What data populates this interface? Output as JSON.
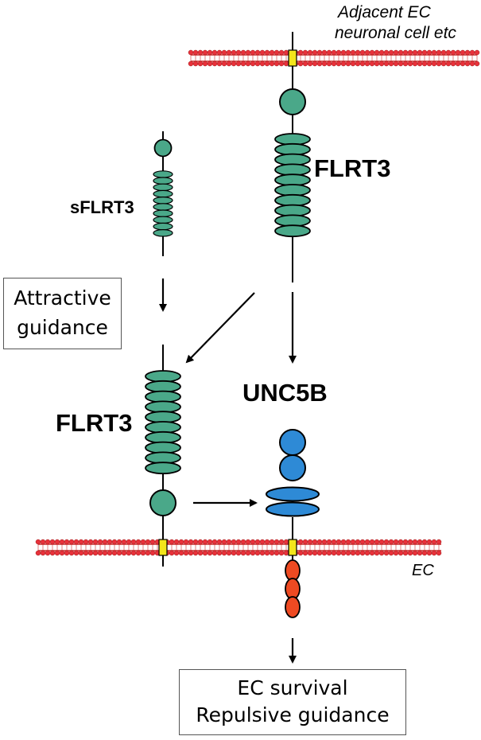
{
  "labels": {
    "adjacent_line1": "Adjacent EC",
    "adjacent_line2": "neuronal cell etc",
    "sflrt3": "sFLRT3",
    "flrt3_top": "FLRT3",
    "flrt3_bottom": "FLRT3",
    "unc5b": "UNC5B",
    "ec": "EC"
  },
  "boxes": {
    "attractive_line1": "Attractive",
    "attractive_line2": "guidance",
    "outcome_line1": "EC survival",
    "outcome_line2": "Repulsive guidance"
  },
  "colors": {
    "membrane_head": "#e8313a",
    "membrane_tail": "#cc2b2b",
    "receptor_anchor": "#f3e61a",
    "flrt3_fill": "#4aa889",
    "unc5b_fill": "#2e8ad6",
    "intracellular_fill": "#ee4a22",
    "line": "#000000"
  }
}
